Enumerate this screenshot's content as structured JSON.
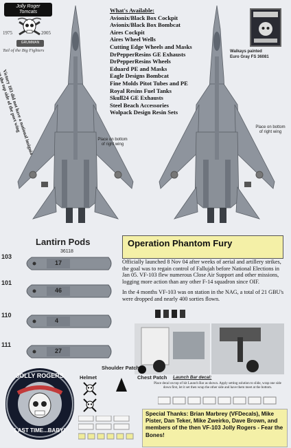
{
  "logo": {
    "line1": "Jolly Roger",
    "line2": "Tomcats",
    "year_start": "1975",
    "year_end": "2005",
    "plane_name": "GRUMMAN",
    "motto": "Tail of the Big Fighters"
  },
  "available": {
    "heading": "What's Available:",
    "items": [
      "Avionix/Black Box Cockpit",
      "Avionix/Black Box Bombcat",
      "Aires Cockpit",
      "Aires Wheel Wells",
      "Cutting Edge Wheels and Masks",
      "DrPepperResins GE Exhausts",
      "DrPepperResins Wheels",
      "Eduard PE and Masks",
      "Eagle Designs Bombcat",
      "Fine Molds Pitot Tubes and PE",
      "Royal Resins Fuel Tanks",
      "Skull24 GE Exhausts",
      "Steel Beach Accessories",
      "Wolpack Design Resin Sets"
    ]
  },
  "walkways": {
    "line1": "Walkays painted",
    "line2": "Euro Gray FS 36081"
  },
  "victory_note": {
    "line1": "Victory 103 did not have a national insignia",
    "line2": "on the top side of the port wing"
  },
  "place_note": {
    "line1": "Place on bottom",
    "line2": "of right wing"
  },
  "lantirn": {
    "title": "Lantirn Pods",
    "fs_code": "36118",
    "pods": [
      "103",
      "101",
      "110",
      "111"
    ],
    "pod_markings": [
      "17",
      "46",
      "4",
      "27"
    ]
  },
  "operation": {
    "title": "Operation Phantom Fury",
    "para1": "Officially launched 8 Nov 04 after weeks of aerial and artillery strikes, the goal was to regain control of Fallujah before National Elections in Jan 05. VF-103 flew numerous Close Air Support and other missions, logging more action than any other F-14 squadron since OIF.",
    "para2": "In the 4 months VF-103 was on station in the NAG, a total of 21 GBU's were dropped and nearly 400 sorties flown."
  },
  "labels": {
    "shoulder_patch": "Shoulder Patch",
    "chest_patch": "Chest Patch",
    "helmet": "Helmet"
  },
  "launch_bar": {
    "title": "Launch Bar decal:",
    "text": "Place decal on top of kit Launch Bar as shown. Apply setting solution to slide, wrap one side down first, let it set then wrap the other side and have them meet at the bottom."
  },
  "jolly_patch": {
    "top": "JOLLY ROGERS",
    "bottom": "LAST TIME...BABY!"
  },
  "thanks": "Special Thanks: Brian Marbrey (VFDecals), Mike Pister, Dan Teker, Mike Zweirko, Dave Brown, and members of the then VF-103 Jolly Rogers - Fear the Bones!",
  "colors": {
    "background": "#ebedf1",
    "aircraft_gray": "#8d939c",
    "highlight_box": "#f4f0a7",
    "patch_navy": "#141a2c"
  }
}
